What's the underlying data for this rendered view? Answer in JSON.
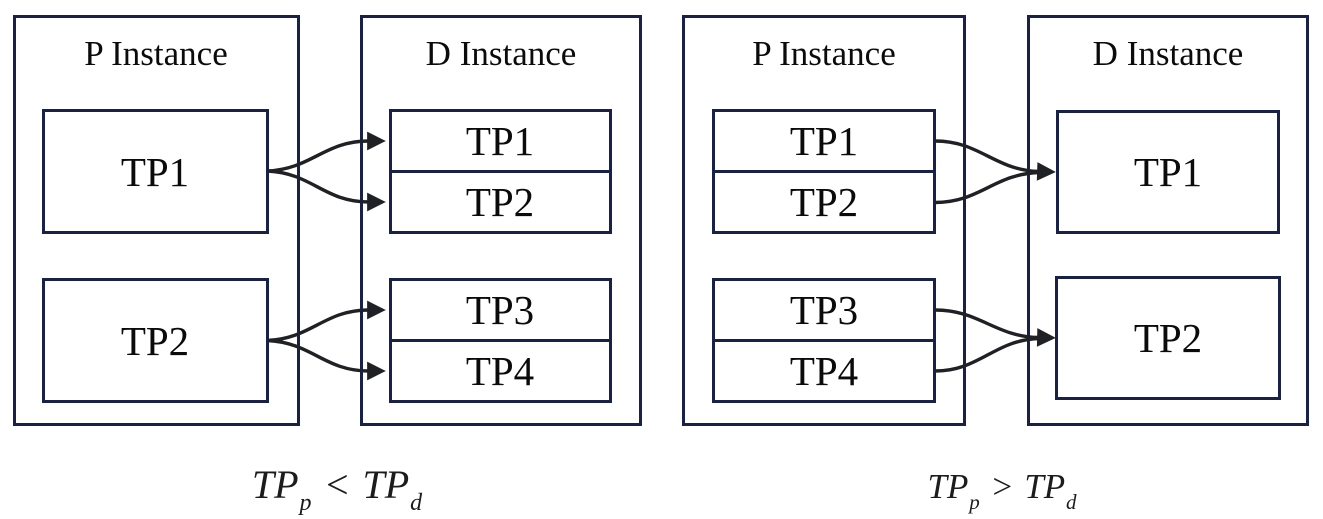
{
  "colors": {
    "background": "#ffffff",
    "box_border": "#1a2149",
    "arrow": "#202125",
    "text": "#0b0b0b"
  },
  "left_diagram": {
    "p_instance": {
      "title": "P Instance",
      "partitions": [
        {
          "label": "TP1"
        },
        {
          "label": "TP2"
        }
      ]
    },
    "d_instance": {
      "title": "D Instance",
      "partitions": [
        {
          "label": "TP1"
        },
        {
          "label": "TP2"
        },
        {
          "label": "TP3"
        },
        {
          "label": "TP4"
        }
      ]
    },
    "caption": {
      "lhs_base": "TP",
      "lhs_sub": "p",
      "operator": "<",
      "rhs_base": "TP",
      "rhs_sub": "d"
    }
  },
  "right_diagram": {
    "p_instance": {
      "title": "P Instance",
      "partitions": [
        {
          "label": "TP1"
        },
        {
          "label": "TP2"
        },
        {
          "label": "TP3"
        },
        {
          "label": "TP4"
        }
      ]
    },
    "d_instance": {
      "title": "D Instance",
      "partitions": [
        {
          "label": "TP1"
        },
        {
          "label": "TP2"
        }
      ]
    },
    "caption": {
      "lhs_base": "TP",
      "lhs_sub": "p",
      "operator": ">",
      "rhs_base": "TP",
      "rhs_sub": "d"
    }
  }
}
